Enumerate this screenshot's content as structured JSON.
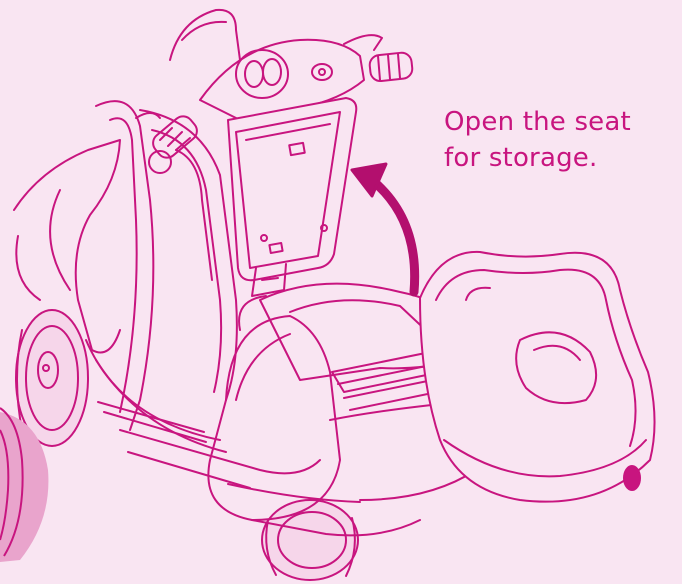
{
  "instruction": {
    "line1": "Open the seat",
    "line2": "for storage."
  },
  "colors": {
    "background": "#f9e5f2",
    "line_art": "#c8157f",
    "arrow": "#b30f6e",
    "corner_accent": "#e9a4cc"
  },
  "illustration": {
    "subject": "ride-on-scooter-line-drawing",
    "arrow_direction": "up"
  }
}
